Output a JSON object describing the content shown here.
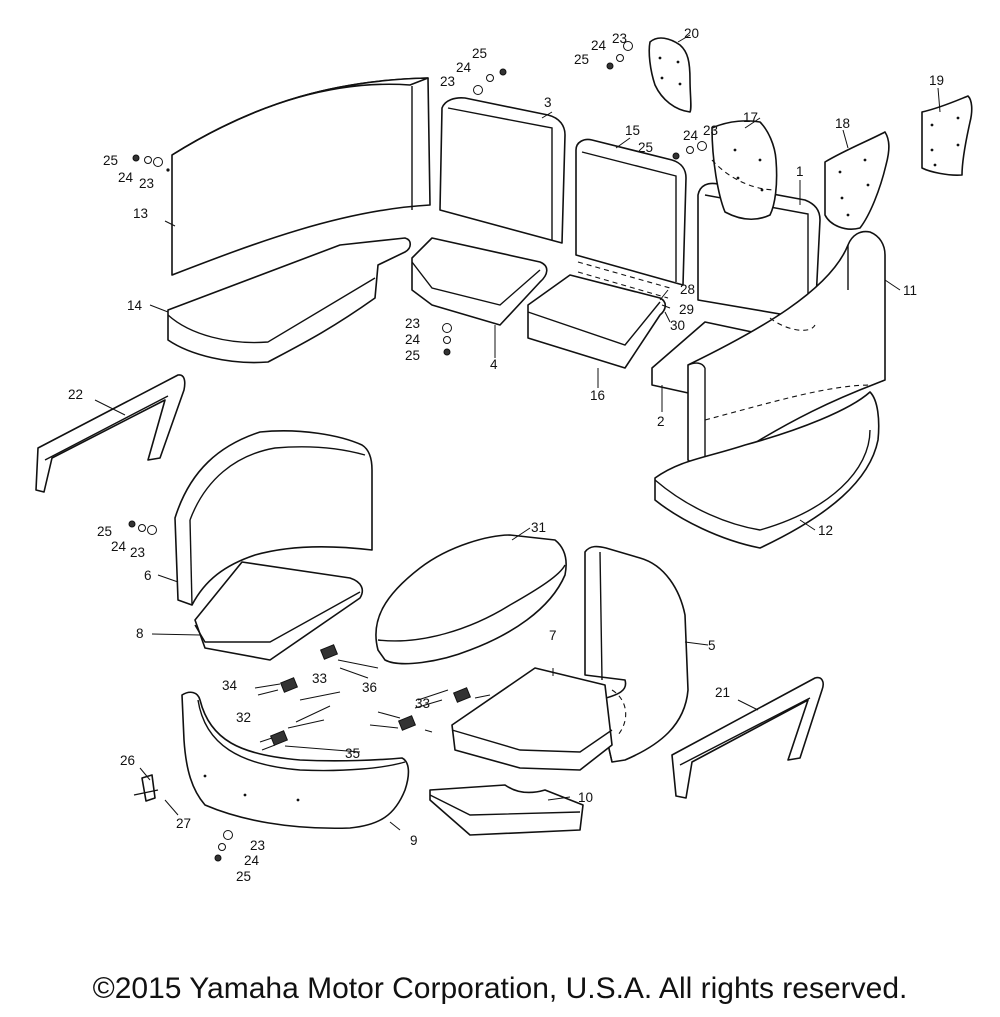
{
  "callouts": {
    "c1": "1",
    "c2": "2",
    "c3": "3",
    "c4": "4",
    "c5": "5",
    "c6": "6",
    "c7": "7",
    "c8": "8",
    "c9": "9",
    "c10": "10",
    "c11": "11",
    "c12": "12",
    "c13": "13",
    "c14": "14",
    "c15": "15",
    "c16": "16",
    "c17": "17",
    "c18": "18",
    "c19": "19",
    "c20": "20",
    "c21": "21",
    "c22": "22",
    "c26": "26",
    "c27": "27",
    "c28": "28",
    "c29": "29",
    "c30": "30",
    "c31": "31",
    "c32": "32",
    "c33": "33",
    "c34": "34",
    "c35": "35",
    "c36": "36",
    "hw23": "23",
    "hw24": "24",
    "hw25": "25"
  },
  "footer": {
    "copyright": "©2015 Yamaha Motor Corporation, U.S.A. All rights reserved."
  }
}
